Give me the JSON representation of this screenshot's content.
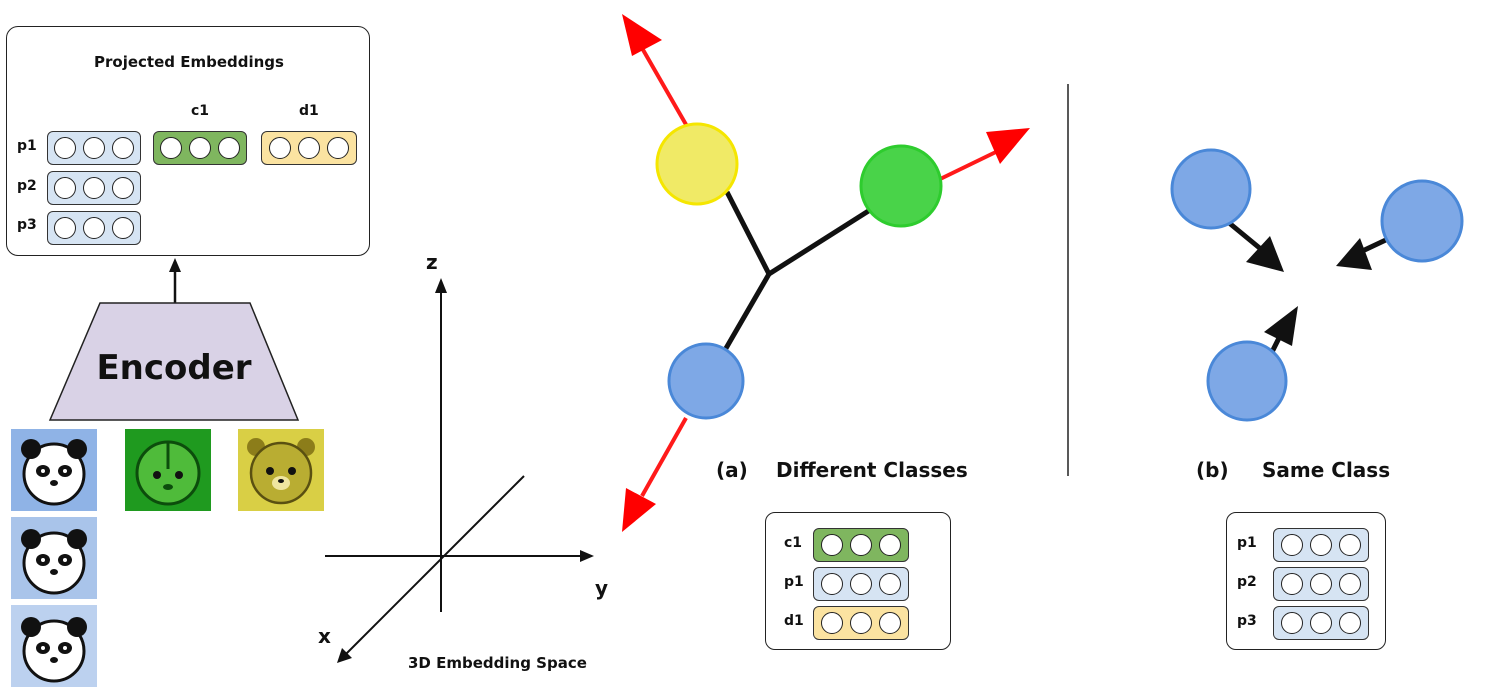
{
  "projected": {
    "title": "Projected Embeddings",
    "col_c": "c1",
    "col_d": "d1",
    "rows": [
      "p1",
      "p2",
      "p3"
    ]
  },
  "encoder": {
    "label": "Encoder"
  },
  "space": {
    "title": "3D Embedding Space",
    "axis_x": "x",
    "axis_y": "y",
    "axis_z": "z"
  },
  "panel_a": {
    "tag": "(a)",
    "caption": "Different Classes",
    "rows": [
      "c1",
      "p1",
      "d1"
    ]
  },
  "panel_b": {
    "tag": "(b)",
    "caption": "Same Class",
    "rows": [
      "p1",
      "p2",
      "p3"
    ]
  },
  "colors": {
    "blue": "#d6e4f3",
    "green": "#7fb65f",
    "yellow": "#fbe3a1",
    "encoder": "#d9d2e6",
    "arrow_red": "#ff0000",
    "ring_yellow": "#f5e600",
    "ring_green": "#2ecc2e",
    "ring_blue": "#4a88d8"
  },
  "icons": [
    "panda-icon",
    "green-bear-icon",
    "yellow-bear-icon"
  ]
}
